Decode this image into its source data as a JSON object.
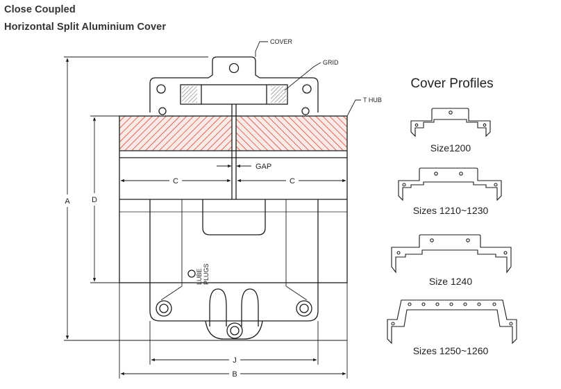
{
  "header": {
    "title_line1": "Close Coupled",
    "title_line2": "Horizontal Split Aluminium Cover"
  },
  "callouts": {
    "cover": "COVER",
    "grid": "GRID",
    "t_hub": "T HUB",
    "gap": "GAP",
    "lube_line1": "LUBE",
    "lube_line2": "PLUGS"
  },
  "dimensions": {
    "a": "A",
    "d": "D",
    "c_left": "C",
    "c_right": "C",
    "j": "J",
    "b": "B"
  },
  "profiles": {
    "title": "Cover Profiles",
    "items": [
      {
        "label": "Size1200"
      },
      {
        "label": "Sizes 1210~1230"
      },
      {
        "label": "Size 1240"
      },
      {
        "label": "Sizes 1250~1260"
      }
    ]
  },
  "colors": {
    "hatch": "#c0392b",
    "hatch_bg": "#fbe9e6",
    "line": "#1a1a1a"
  }
}
